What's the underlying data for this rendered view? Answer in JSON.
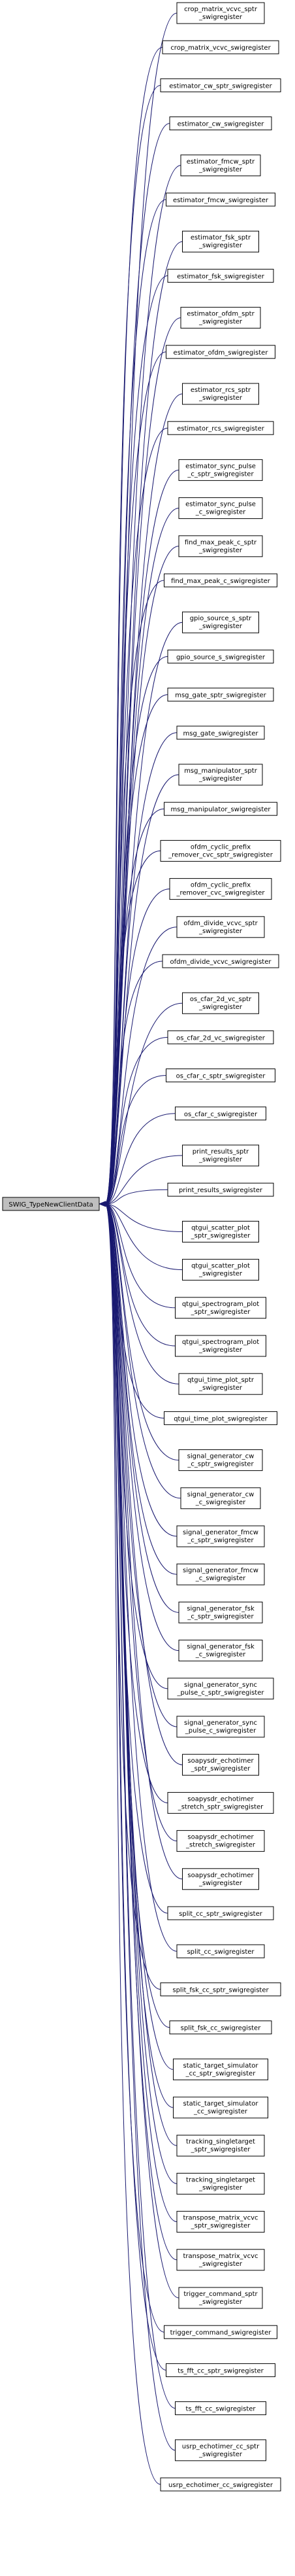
{
  "root": {
    "label": "SWIG_TypeNewClientData"
  },
  "nodes": [
    {
      "label": [
        "crop_matrix_vcvc_sptr",
        "_swigregister"
      ]
    },
    {
      "label": [
        "crop_matrix_vcvc_swigregister"
      ]
    },
    {
      "label": [
        "estimator_cw_sptr_swigregister"
      ]
    },
    {
      "label": [
        "estimator_cw_swigregister"
      ]
    },
    {
      "label": [
        "estimator_fmcw_sptr",
        "_swigregister"
      ]
    },
    {
      "label": [
        "estimator_fmcw_swigregister"
      ]
    },
    {
      "label": [
        "estimator_fsk_sptr",
        "_swigregister"
      ]
    },
    {
      "label": [
        "estimator_fsk_swigregister"
      ]
    },
    {
      "label": [
        "estimator_ofdm_sptr",
        "_swigregister"
      ]
    },
    {
      "label": [
        "estimator_ofdm_swigregister"
      ]
    },
    {
      "label": [
        "estimator_rcs_sptr",
        "_swigregister"
      ]
    },
    {
      "label": [
        "estimator_rcs_swigregister"
      ]
    },
    {
      "label": [
        "estimator_sync_pulse",
        "_c_sptr_swigregister"
      ]
    },
    {
      "label": [
        "estimator_sync_pulse",
        "_c_swigregister"
      ]
    },
    {
      "label": [
        "find_max_peak_c_sptr",
        "_swigregister"
      ]
    },
    {
      "label": [
        "find_max_peak_c_swigregister"
      ]
    },
    {
      "label": [
        "gpio_source_s_sptr",
        "_swigregister"
      ]
    },
    {
      "label": [
        "gpio_source_s_swigregister"
      ]
    },
    {
      "label": [
        "msg_gate_sptr_swigregister"
      ]
    },
    {
      "label": [
        "msg_gate_swigregister"
      ]
    },
    {
      "label": [
        "msg_manipulator_sptr",
        "_swigregister"
      ]
    },
    {
      "label": [
        "msg_manipulator_swigregister"
      ]
    },
    {
      "label": [
        "ofdm_cyclic_prefix",
        "_remover_cvc_sptr_swigregister"
      ]
    },
    {
      "label": [
        "ofdm_cyclic_prefix",
        "_remover_cvc_swigregister"
      ]
    },
    {
      "label": [
        "ofdm_divide_vcvc_sptr",
        "_swigregister"
      ]
    },
    {
      "label": [
        "ofdm_divide_vcvc_swigregister"
      ]
    },
    {
      "label": [
        "os_cfar_2d_vc_sptr",
        "_swigregister"
      ]
    },
    {
      "label": [
        "os_cfar_2d_vc_swigregister"
      ]
    },
    {
      "label": [
        "os_cfar_c_sptr_swigregister"
      ]
    },
    {
      "label": [
        "os_cfar_c_swigregister"
      ]
    },
    {
      "label": [
        "print_results_sptr",
        "_swigregister"
      ]
    },
    {
      "label": [
        "print_results_swigregister"
      ]
    },
    {
      "label": [
        "qtgui_scatter_plot",
        "_sptr_swigregister"
      ]
    },
    {
      "label": [
        "qtgui_scatter_plot",
        "_swigregister"
      ]
    },
    {
      "label": [
        "qtgui_spectrogram_plot",
        "_sptr_swigregister"
      ]
    },
    {
      "label": [
        "qtgui_spectrogram_plot",
        "_swigregister"
      ]
    },
    {
      "label": [
        "qtgui_time_plot_sptr",
        "_swigregister"
      ]
    },
    {
      "label": [
        "qtgui_time_plot_swigregister"
      ]
    },
    {
      "label": [
        "signal_generator_cw",
        "_c_sptr_swigregister"
      ]
    },
    {
      "label": [
        "signal_generator_cw",
        "_c_swigregister"
      ]
    },
    {
      "label": [
        "signal_generator_fmcw",
        "_c_sptr_swigregister"
      ]
    },
    {
      "label": [
        "signal_generator_fmcw",
        "_c_swigregister"
      ]
    },
    {
      "label": [
        "signal_generator_fsk",
        "_c_sptr_swigregister"
      ]
    },
    {
      "label": [
        "signal_generator_fsk",
        "_c_swigregister"
      ]
    },
    {
      "label": [
        "signal_generator_sync",
        "_pulse_c_sptr_swigregister"
      ]
    },
    {
      "label": [
        "signal_generator_sync",
        "_pulse_c_swigregister"
      ]
    },
    {
      "label": [
        "soapysdr_echotimer",
        "_sptr_swigregister"
      ]
    },
    {
      "label": [
        "soapysdr_echotimer",
        "_stretch_sptr_swigregister"
      ]
    },
    {
      "label": [
        "soapysdr_echotimer",
        "_stretch_swigregister"
      ]
    },
    {
      "label": [
        "soapysdr_echotimer",
        "_swigregister"
      ]
    },
    {
      "label": [
        "split_cc_sptr_swigregister"
      ]
    },
    {
      "label": [
        "split_cc_swigregister"
      ]
    },
    {
      "label": [
        "split_fsk_cc_sptr_swigregister"
      ]
    },
    {
      "label": [
        "split_fsk_cc_swigregister"
      ]
    },
    {
      "label": [
        "static_target_simulator",
        "_cc_sptr_swigregister"
      ]
    },
    {
      "label": [
        "static_target_simulator",
        "_cc_swigregister"
      ]
    },
    {
      "label": [
        "tracking_singletarget",
        "_sptr_swigregister"
      ]
    },
    {
      "label": [
        "tracking_singletarget",
        "_swigregister"
      ]
    },
    {
      "label": [
        "transpose_matrix_vcvc",
        "_sptr_swigregister"
      ]
    },
    {
      "label": [
        "transpose_matrix_vcvc",
        "_swigregister"
      ]
    },
    {
      "label": [
        "trigger_command_sptr",
        "_swigregister"
      ]
    },
    {
      "label": [
        "trigger_command_swigregister"
      ]
    },
    {
      "label": [
        "ts_fft_cc_sptr_swigregister"
      ]
    },
    {
      "label": [
        "ts_fft_cc_swigregister"
      ]
    },
    {
      "label": [
        "usrp_echotimer_cc_sptr",
        "_swigregister"
      ]
    },
    {
      "label": [
        "usrp_echotimer_cc_swigregister"
      ]
    }
  ]
}
